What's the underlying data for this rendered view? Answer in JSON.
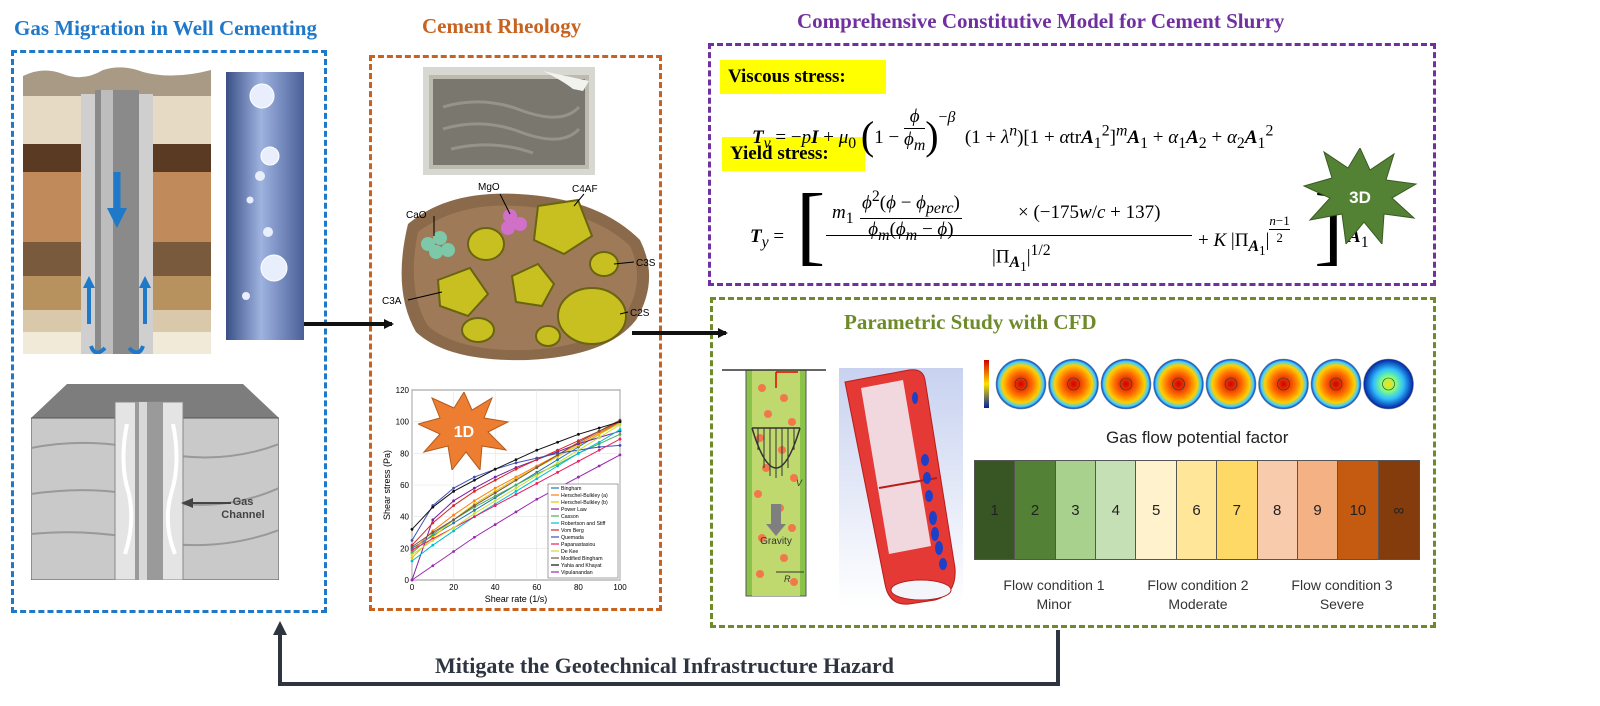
{
  "titles": {
    "gas_migration": "Gas Migration in Well Cementing",
    "cement_rheology": "Cement Rheology",
    "constitutive_model": "Comprehensive Constitutive Model for Cement Slurry",
    "parametric_study": "Parametric Study with CFD",
    "mitigate": "Mitigate the Geotechnical Infrastructure Hazard"
  },
  "colors": {
    "blue": "#1f78c8",
    "orange": "#c8621f",
    "purple": "#7030a0",
    "green": "#6e8a2a",
    "dark": "#2e3440"
  },
  "gas_channel_label": [
    "Gas",
    "Channel"
  ],
  "microstructure_labels": {
    "mgo": "MgO",
    "c4af": "C4AF",
    "cao": "CaO",
    "c3s": "C3S",
    "c3a": "C3A",
    "c2s": "C2S"
  },
  "badges": {
    "one_d": "1D",
    "three_d": "3D"
  },
  "equations": {
    "viscous_label": "Viscous stress:",
    "yield_label": "Yield stress:"
  },
  "rheology_chart_text": {
    "yaxis_label": "Shear stress (Pa)",
    "xaxis_label": "Shear rate (1/s)",
    "y_ticks": [
      "0",
      "20",
      "40",
      "60",
      "80",
      "100",
      "120"
    ],
    "x_ticks": [
      "0",
      "20",
      "40",
      "60",
      "80",
      "100"
    ],
    "legend": [
      "Bingham",
      "Herschel-Bulkley (a)",
      "Herschel-Bulkley (b)",
      "Power Law",
      "Casson",
      "Robertson and Stiff",
      "Vom Berg",
      "Quemada",
      "Papanastasiou",
      "De Kee",
      "Modified Bingham",
      "Yahia and Khayat",
      "Vipulanandan"
    ]
  },
  "chart_data": {
    "type": "line",
    "xlabel": "Shear rate (1/s)",
    "ylabel": "Shear stress (Pa)",
    "xlim": [
      0,
      100
    ],
    "ylim": [
      0,
      120
    ],
    "x": [
      0,
      10,
      20,
      30,
      40,
      50,
      60,
      70,
      80,
      90,
      100
    ],
    "series": [
      {
        "name": "Bingham",
        "color": "#1f77b4",
        "values": [
          20,
          28,
          36,
          44,
          52,
          60,
          68,
          76,
          84,
          92,
          100
        ]
      },
      {
        "name": "Herschel-Bulkley (a)",
        "color": "#ff7f0e",
        "values": [
          18,
          31,
          41,
          50,
          58,
          65,
          72,
          79,
          86,
          93,
          100
        ]
      },
      {
        "name": "Herschel-Bulkley (b)",
        "color": "#e8c400",
        "values": [
          14,
          27,
          38,
          48,
          56,
          64,
          71,
          78,
          85,
          92,
          99
        ]
      },
      {
        "name": "Power Law",
        "color": "#7b1fa2",
        "values": [
          0,
          38,
          50,
          58,
          65,
          71,
          76,
          81,
          86,
          90,
          94
        ]
      },
      {
        "name": "Casson",
        "color": "#4caf50",
        "values": [
          17,
          29,
          38,
          46,
          53,
          60,
          67,
          73,
          80,
          86,
          92
        ]
      },
      {
        "name": "Robertson and Stiff",
        "color": "#00bcd4",
        "values": [
          12,
          22,
          31,
          40,
          48,
          56,
          64,
          72,
          80,
          87,
          95
        ]
      },
      {
        "name": "Vom Berg",
        "color": "#d62728",
        "values": [
          22,
          36,
          47,
          56,
          63,
          70,
          76,
          82,
          88,
          94,
          100
        ]
      },
      {
        "name": "Quemada",
        "color": "#3f51b5",
        "values": [
          25,
          47,
          58,
          65,
          70,
          74,
          77,
          80,
          82,
          84,
          85
        ]
      },
      {
        "name": "Papanastasiou",
        "color": "#e91e63",
        "values": [
          19,
          26,
          33,
          40,
          47,
          54,
          61,
          68,
          75,
          82,
          89
        ]
      },
      {
        "name": "De Kee",
        "color": "#cddc39",
        "values": [
          16,
          25,
          33,
          42,
          50,
          58,
          66,
          74,
          82,
          90,
          98
        ]
      },
      {
        "name": "Modified Bingham",
        "color": "#795548",
        "values": [
          21,
          30,
          38,
          47,
          55,
          63,
          71,
          79,
          87,
          94,
          101
        ]
      },
      {
        "name": "Yahia and Khayat",
        "color": "#111111",
        "values": [
          32,
          46,
          56,
          63,
          70,
          76,
          82,
          87,
          92,
          96,
          100
        ]
      },
      {
        "name": "Vipulanandan",
        "color": "#9c27b0",
        "values": [
          0,
          9,
          18,
          27,
          35,
          43,
          51,
          58,
          65,
          72,
          79
        ]
      }
    ]
  },
  "cfd": {
    "gravity_label": "Gravity",
    "r_label": "R",
    "v_label": "V",
    "gas_flow_title": "Gas flow potential factor",
    "scale": [
      "1",
      "2",
      "3",
      "4",
      "5",
      "6",
      "7",
      "8",
      "9",
      "10",
      "∞"
    ],
    "scale_colors": [
      "#375623",
      "#538135",
      "#a9d18e",
      "#c5e0b4",
      "#fff2cc",
      "#ffe699",
      "#ffd966",
      "#f8cbad",
      "#f4b183",
      "#c55a11",
      "#843c0c"
    ],
    "conditions": [
      {
        "line1": "Flow condition 1",
        "line2": "Minor"
      },
      {
        "line1": "Flow condition 2",
        "line2": "Moderate"
      },
      {
        "line1": "Flow condition 3",
        "line2": "Severe"
      }
    ]
  }
}
